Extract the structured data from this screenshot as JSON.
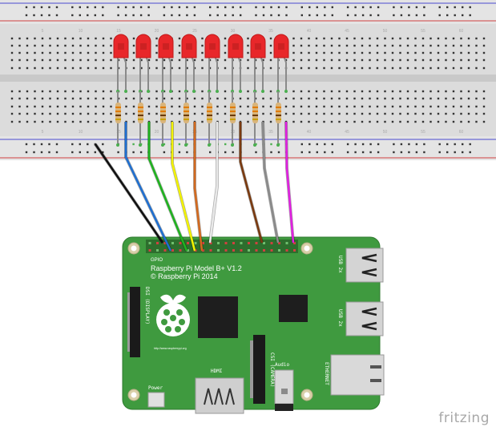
{
  "breadboard": {
    "column_numbers": [
      "5",
      "10",
      "15",
      "20",
      "25",
      "30",
      "35",
      "40",
      "45",
      "50",
      "55",
      "60"
    ],
    "led_count": 8,
    "led_color": "#e8272a",
    "resistor_count": 8
  },
  "wires": [
    {
      "color": "#111111",
      "name": "ground"
    },
    {
      "color": "#1f6fd1",
      "name": "blue"
    },
    {
      "color": "#1fb31f",
      "name": "green"
    },
    {
      "color": "#f2f200",
      "name": "yellow"
    },
    {
      "color": "#d2691e",
      "name": "orange"
    },
    {
      "color": "#e8e8e8",
      "name": "white"
    },
    {
      "color": "#7a3a10",
      "name": "brown"
    },
    {
      "color": "#8a8a8a",
      "name": "gray"
    },
    {
      "color": "#e020e0",
      "name": "magenta"
    }
  ],
  "board": {
    "title": "Raspberry Pi Model B+ V1.2",
    "copyright": "© Raspberry Pi 2014",
    "gpio_label": "GPIO",
    "dsi_label": "DSI (DISPLAY)",
    "url": "http://www.raspberrypi.org",
    "hdmi_label": "HDMI",
    "csi_label": "CSI (CAMERA)",
    "audio_label": "Audio",
    "power_label": "Power",
    "ethernet_label": "ETHERNET",
    "usb1_label": "USB 2x",
    "usb2_label": "USB 2x",
    "board_color": "#3f9a3f"
  },
  "watermark": "fritzing"
}
